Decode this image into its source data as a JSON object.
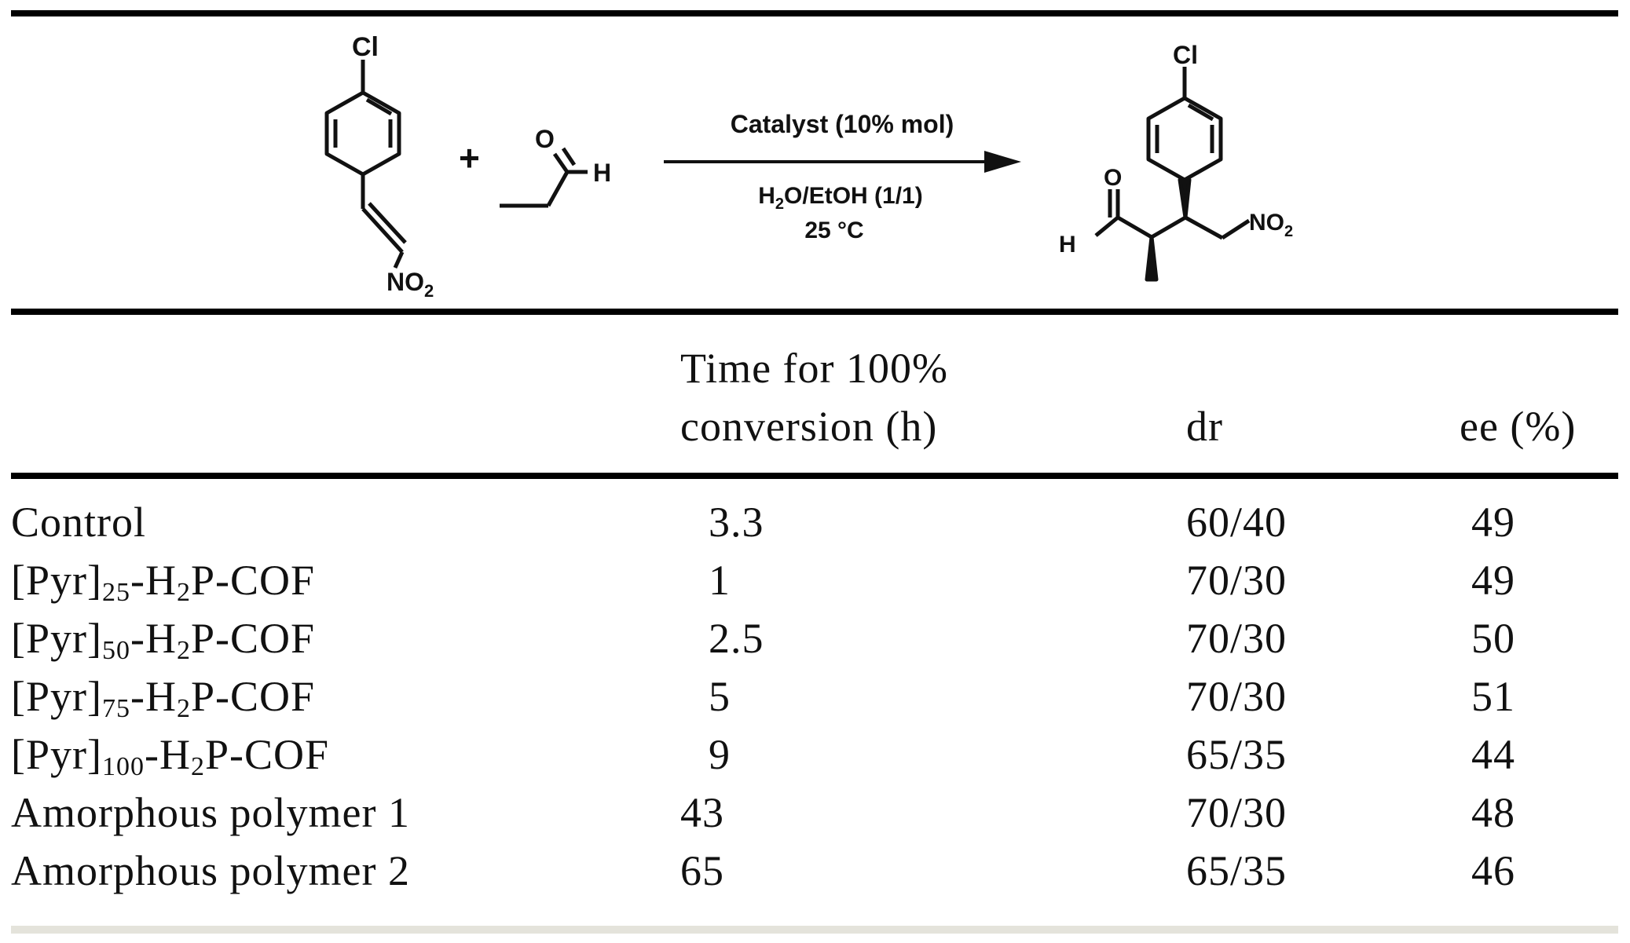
{
  "scheme": {
    "reactant1": {
      "cl": "Cl",
      "no2": "NO",
      "no2_sub": "2"
    },
    "plus": "+",
    "reactant2": {
      "o": "O",
      "h": "H"
    },
    "arrow_above": "Catalyst (10% mol)",
    "arrow_below_1": {
      "pre": "H",
      "sub": "2",
      "post": "O/EtOH (1/1)"
    },
    "arrow_below_2": "25 °C",
    "product": {
      "cl": "Cl",
      "o": "O",
      "h": "H",
      "no2": "NO",
      "no2_sub": "2"
    }
  },
  "table": {
    "headers": {
      "time_line1": "Time for 100%",
      "time_line2": "conversion (h)",
      "dr": "dr",
      "ee": "ee (%)"
    },
    "rows": [
      {
        "name": "Control",
        "time": "3.3",
        "dr": "60/40",
        "ee": "49"
      },
      {
        "name_pre": "[Pyr]",
        "name_sub": "25",
        "name_mid": "-H",
        "name_sub2": "2",
        "name_post": "P-COF",
        "time": "1",
        "dr": "70/30",
        "ee": "49"
      },
      {
        "name_pre": "[Pyr]",
        "name_sub": "50",
        "name_mid": "-H",
        "name_sub2": "2",
        "name_post": "P-COF",
        "time": "2.5",
        "dr": "70/30",
        "ee": "50"
      },
      {
        "name_pre": "[Pyr]",
        "name_sub": "75",
        "name_mid": "-H",
        "name_sub2": "2",
        "name_post": "P-COF",
        "time": "5",
        "dr": "70/30",
        "ee": "51"
      },
      {
        "name_pre": "[Pyr]",
        "name_sub": "100",
        "name_mid": "-H",
        "name_sub2": "2",
        "name_post": "P-COF",
        "time": "9",
        "dr": "65/35",
        "ee": "44"
      },
      {
        "name": "Amorphous polymer 1",
        "time": "43",
        "dr": "70/30",
        "ee": "48"
      },
      {
        "name": "Amorphous polymer 2",
        "time": "65",
        "dr": "65/35",
        "ee": "46"
      }
    ]
  }
}
